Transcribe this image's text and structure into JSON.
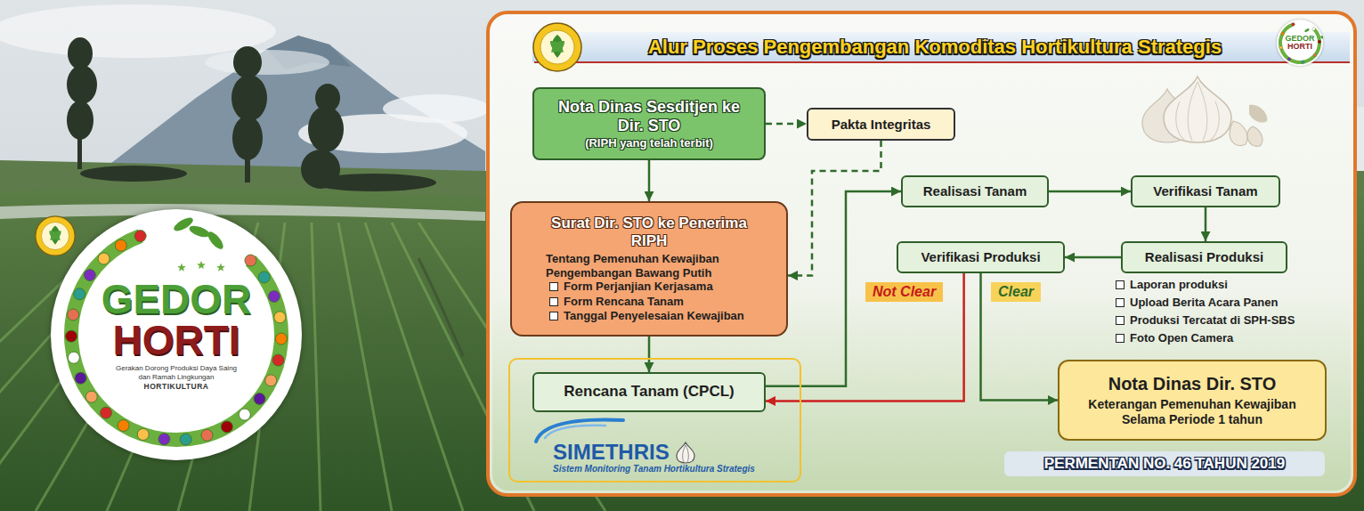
{
  "diagram": {
    "title": "Alur Proses Pengembangan Komoditas Hortikultura Strategis",
    "nodes": [
      {
        "text": [
          "GEDOR",
          "HORTI",
          "Gerakan Dorong Produksi Daya Saing dan Ramah Lingkungan",
          "HORTIKULTURA"
        ]
      },
      {
        "text": [
          "GEDOR",
          "HORTI"
        ]
      },
      {
        "text": [
          "Nota Dinas Sesditjen ke Dir. STO",
          "(RIPH yang telah terbit)"
        ]
      },
      {
        "text": [
          "Pakta Integritas"
        ]
      },
      {
        "text": [
          "Realisasi Tanam"
        ]
      },
      {
        "text": [
          "Verifikasi Tanam"
        ]
      },
      {
        "text": [
          "Surat Dir. STO ke Penerima RIPH",
          "Tentang Pemenuhan Kewajiban Pengembangan Bawang Putih",
          "Form Perjanjian Kerjasama",
          "Form Rencana Tanam",
          "Tanggal Penyelesaian Kewajiban"
        ]
      },
      {
        "text": [
          "Verifikasi Produksi"
        ]
      },
      {
        "text": [
          "Realisasi Produksi"
        ]
      },
      {
        "text": [
          "SIMETHRIS",
          "Sistem Monitoring Tanam Hortikultura Strategis"
        ]
      },
      {
        "text": [
          "Rencana Tanam (CPCL)"
        ],
        "in": 9
      },
      {
        "text": [
          "Nota Dinas Dir. STO",
          "Keterangan Pemenuhan Kewajiban Selama Periode 1 tahun"
        ]
      },
      {
        "text": [
          "PERMENTAN NO. 46 TAHUN 2019"
        ]
      }
    ],
    "edges": [
      {
        "from": 2,
        "to": 6,
        "arrow": "to"
      },
      {
        "from": 2,
        "to": 3,
        "arrow": "to"
      },
      {
        "from": 3,
        "to": 6,
        "arrow": "to"
      },
      {
        "from": 6,
        "to": 10,
        "arrow": "to"
      },
      {
        "from": 10,
        "to": 4,
        "arrow": "to"
      },
      {
        "from": 4,
        "to": 5,
        "arrow": "to"
      },
      {
        "from": 5,
        "to": 8,
        "arrow": "to"
      },
      {
        "from": 8,
        "to": 7,
        "arrow": "to"
      },
      {
        "from": 7,
        "to": 10,
        "label": "Not Clear",
        "arrow": "to"
      },
      {
        "from": 7,
        "to": 11,
        "label": "Clear",
        "arrow": "to"
      }
    ],
    "labels": [
      "Laporan produksi",
      "Upload Berita Acara Panen",
      "Produksi Tercatat di SPH-SBS",
      "Foto Open Camera"
    ]
  }
}
